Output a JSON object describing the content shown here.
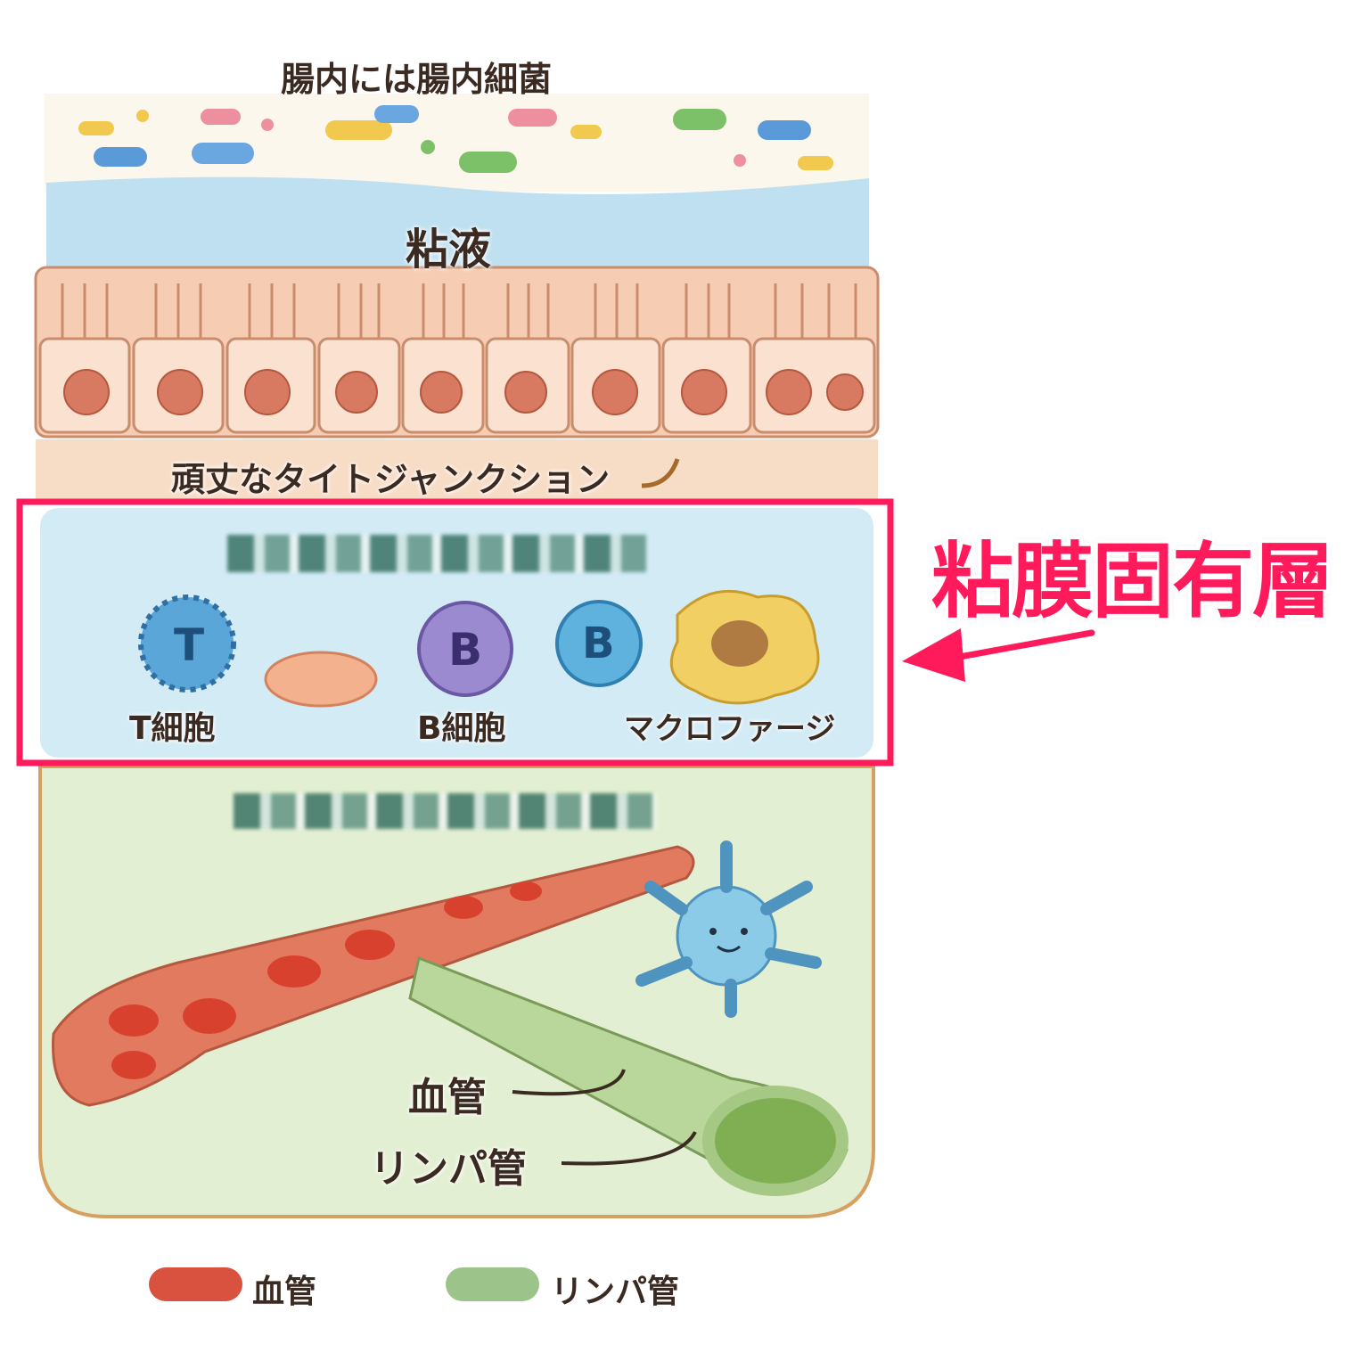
{
  "title": "腸内には腸内細菌",
  "layers": {
    "mucus": "粘液",
    "tight_junction": "頑丈なタイトジャンクション",
    "lamina_propria_callout": "粘膜固有層"
  },
  "cells": {
    "t_cell_letter": "T",
    "t_cell_label": "T細胞",
    "b_cell_letter": "B",
    "b_cell_label": "B細胞",
    "macrophage_label": "マクロファージ"
  },
  "vessels": {
    "blood_vessel": "血管",
    "lymph_vessel": "リンパ管"
  },
  "legend": [
    {
      "label": "血管",
      "color": "#d9523f"
    },
    {
      "label": "リンパ管",
      "color": "#9cc48a"
    }
  ],
  "colors": {
    "highlight": "#ff1a5c",
    "mucus": "#bfe0f0",
    "epithelium": "#f6cdb2",
    "lamina": "#d3ebf5",
    "submucosa": "#e3efd2"
  }
}
